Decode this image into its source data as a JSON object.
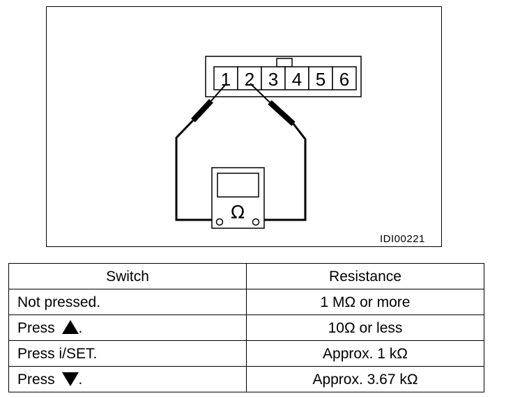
{
  "diagram": {
    "connector_pins": [
      "1",
      "2",
      "3",
      "4",
      "5",
      "6"
    ],
    "meter_symbol": "Ω",
    "figure_id": "IDI00221"
  },
  "table": {
    "headers": {
      "switch": "Switch",
      "resistance": "Resistance"
    },
    "rows": [
      {
        "switch": "Not pressed.",
        "resistance": "1 MΩ or more"
      },
      {
        "switch": "Press",
        "symbol": "up-triangle-icon",
        "suffix": ".",
        "resistance": "10Ω or less"
      },
      {
        "switch": "Press i/SET.",
        "resistance": "Approx. 1 kΩ"
      },
      {
        "switch": "Press",
        "symbol": "down-triangle-icon",
        "suffix": ".",
        "resistance": "Approx. 3.67 kΩ"
      }
    ]
  }
}
